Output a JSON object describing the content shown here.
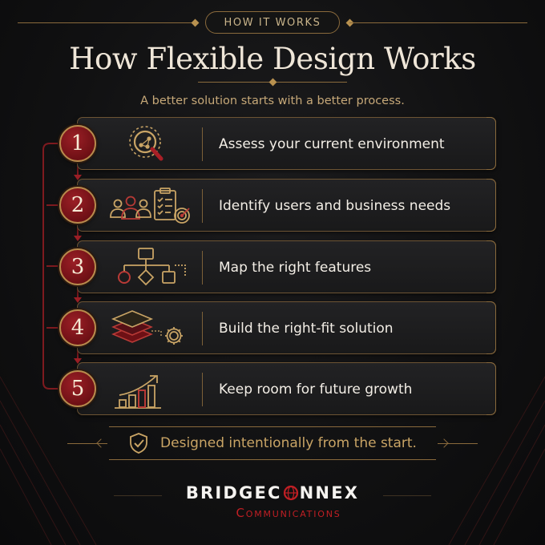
{
  "header": {
    "eyebrow": "HOW IT WORKS",
    "title": "How Flexible Design Works",
    "subtitle": "A better solution starts with a better process."
  },
  "steps": [
    {
      "number": "1",
      "label": "Assess your current environment",
      "icon": "magnifier-network-icon"
    },
    {
      "number": "2",
      "label": "Identify users and business needs",
      "icon": "users-checklist-target-icon"
    },
    {
      "number": "3",
      "label": "Map the right features",
      "icon": "flowchart-icon"
    },
    {
      "number": "4",
      "label": "Build the right-fit solution",
      "icon": "layers-gear-icon"
    },
    {
      "number": "5",
      "label": "Keep room for future growth",
      "icon": "growth-chart-icon"
    }
  ],
  "footer": {
    "note": "Designed intentionally from the start.",
    "icon": "shield-check-icon"
  },
  "brand": {
    "name_prefix": "BRIDGEC",
    "name_suffix": "NNEX",
    "tagline": "Communications"
  },
  "colors": {
    "background": "#141415",
    "gold": "#b8914f",
    "badge_red": "#7a121a",
    "brand_red": "#c11f24",
    "text": "#f1ece4"
  }
}
